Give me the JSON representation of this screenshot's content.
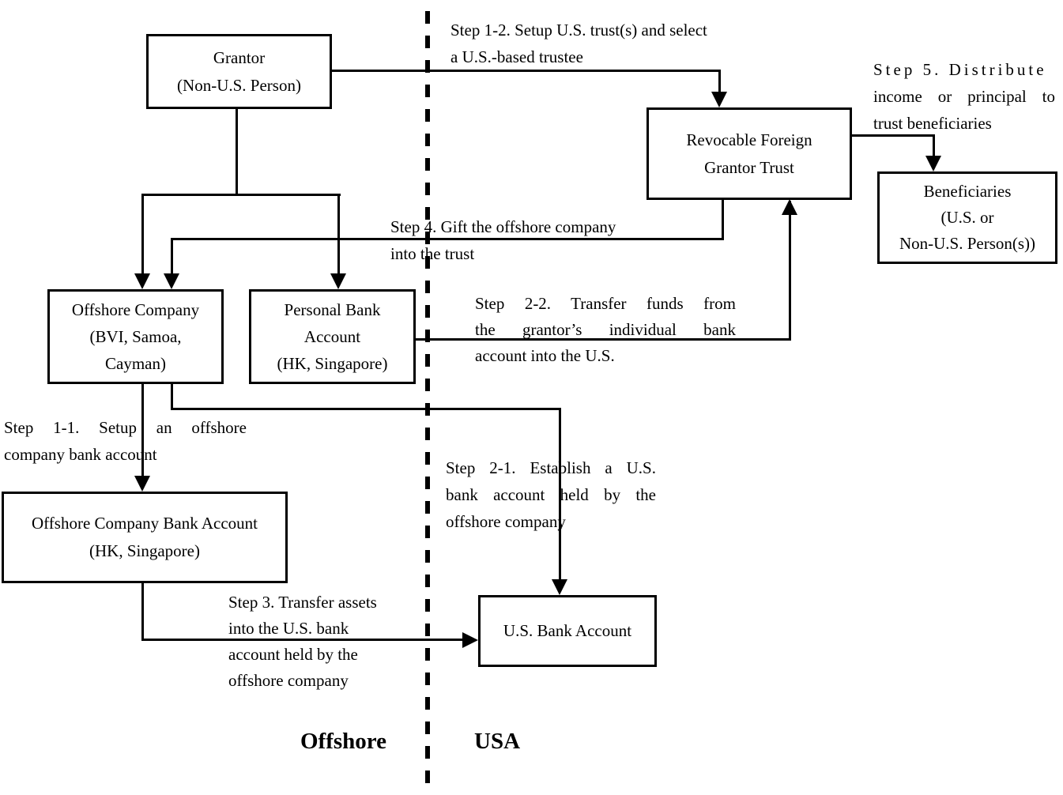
{
  "colors": {
    "line": "#000000",
    "background": "#ffffff"
  },
  "boxes": {
    "grantor": {
      "lines": [
        "Grantor",
        "(Non-U.S. Person)"
      ]
    },
    "trust": {
      "lines": [
        "Revocable Foreign",
        "Grantor Trust"
      ]
    },
    "beneficiaries": {
      "lines": [
        "Beneficiaries",
        "(U.S. or",
        "Non-U.S. Person(s))"
      ]
    },
    "offshore_company": {
      "lines": [
        "Offshore Company",
        "(BVI, Samoa,",
        "Cayman)"
      ]
    },
    "personal_bank": {
      "lines": [
        "Personal Bank",
        "Account",
        "(HK, Singapore)"
      ]
    },
    "offshore_company_bank": {
      "lines": [
        "Offshore Company Bank Account",
        "(HK, Singapore)"
      ]
    },
    "us_bank": {
      "lines": [
        "U.S. Bank Account"
      ]
    }
  },
  "annotations": {
    "step_1_2": {
      "lines": [
        "Step 1-2. Setup U.S. trust(s) and select",
        "a U.S.-based trustee"
      ]
    },
    "step_5": {
      "lines": [
        "Step 5. Distribute",
        "income or principal to",
        "trust beneficiaries"
      ]
    },
    "step_4": {
      "lines": [
        "Step 4. Gift the offshore company",
        "into the trust"
      ]
    },
    "step_2_2": {
      "lines": [
        "Step 2-2. Transfer funds from",
        "the grantor’s individual bank",
        "account into the U.S."
      ]
    },
    "step_1_1": {
      "lines": [
        "Step 1-1. Setup an offshore",
        "company bank account"
      ]
    },
    "step_2_1": {
      "lines": [
        "Step 2-1. Establish a U.S.",
        "bank account held by the",
        "offshore company"
      ]
    },
    "step_3": {
      "lines": [
        "Step 3. Transfer assets",
        "into the U.S. bank",
        "account held by the",
        "offshore company"
      ]
    }
  },
  "regions": {
    "offshore_label": "Offshore",
    "usa_label": "USA"
  }
}
